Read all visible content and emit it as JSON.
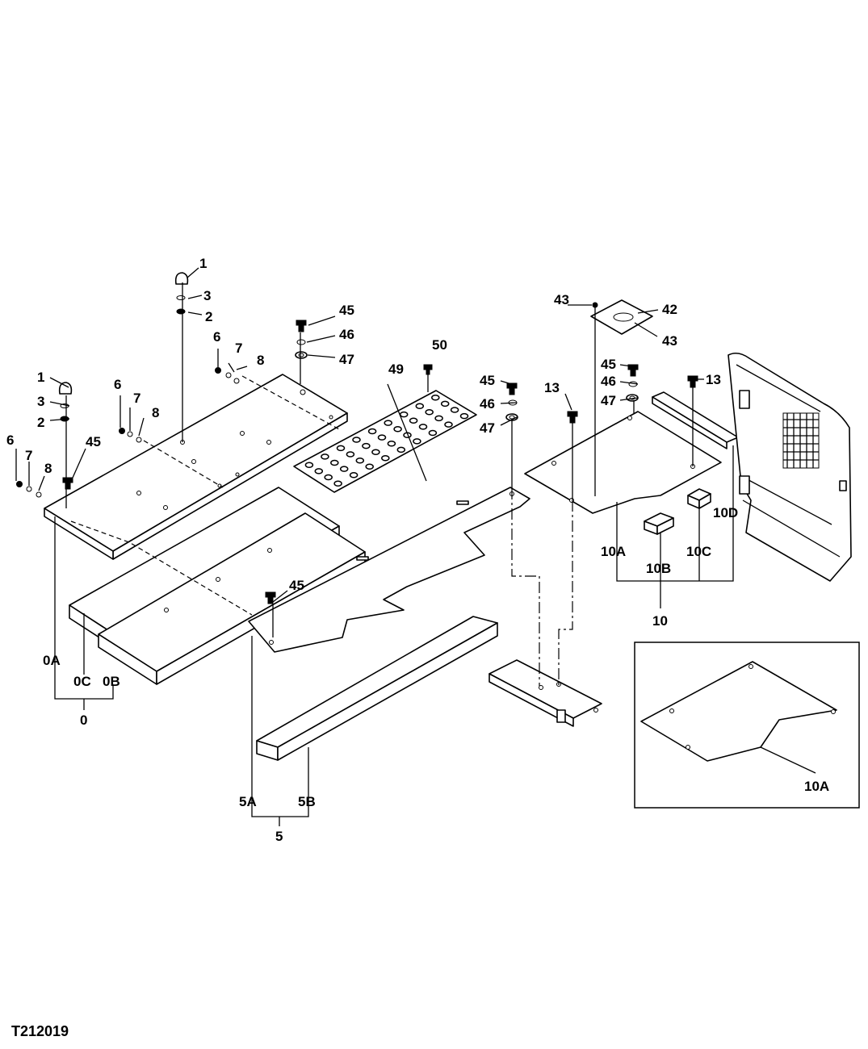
{
  "figure_id": "T212019",
  "callouts": [
    {
      "id": "1a",
      "text": "1"
    },
    {
      "id": "3a",
      "text": "3"
    },
    {
      "id": "2a",
      "text": "2"
    },
    {
      "id": "1b",
      "text": "1"
    },
    {
      "id": "3b",
      "text": "3"
    },
    {
      "id": "2b",
      "text": "2"
    },
    {
      "id": "6a",
      "text": "6"
    },
    {
      "id": "7a",
      "text": "7"
    },
    {
      "id": "8a",
      "text": "8"
    },
    {
      "id": "6b",
      "text": "6"
    },
    {
      "id": "7b",
      "text": "7"
    },
    {
      "id": "8b",
      "text": "8"
    },
    {
      "id": "6c",
      "text": "6"
    },
    {
      "id": "7c",
      "text": "7"
    },
    {
      "id": "8c",
      "text": "8"
    },
    {
      "id": "45a",
      "text": "45"
    },
    {
      "id": "46a",
      "text": "46"
    },
    {
      "id": "47a",
      "text": "47"
    },
    {
      "id": "45b",
      "text": "45"
    },
    {
      "id": "46b",
      "text": "46"
    },
    {
      "id": "47b",
      "text": "47"
    },
    {
      "id": "45c",
      "text": "45"
    },
    {
      "id": "46c",
      "text": "46"
    },
    {
      "id": "47c",
      "text": "47"
    },
    {
      "id": "45d",
      "text": "45"
    },
    {
      "id": "45e",
      "text": "45"
    },
    {
      "id": "50",
      "text": "50"
    },
    {
      "id": "49",
      "text": "49"
    },
    {
      "id": "43a",
      "text": "43"
    },
    {
      "id": "42",
      "text": "42"
    },
    {
      "id": "43b",
      "text": "43"
    },
    {
      "id": "13a",
      "text": "13"
    },
    {
      "id": "13b",
      "text": "13"
    },
    {
      "id": "10D",
      "text": "10D"
    },
    {
      "id": "10A",
      "text": "10A"
    },
    {
      "id": "10B",
      "text": "10B"
    },
    {
      "id": "10C",
      "text": "10C"
    },
    {
      "id": "10A-inset",
      "text": "10A"
    },
    {
      "id": "0A",
      "text": "0A"
    },
    {
      "id": "0C",
      "text": "0C"
    },
    {
      "id": "0B",
      "text": "0B"
    },
    {
      "id": "5A",
      "text": "5A"
    },
    {
      "id": "5B",
      "text": "5B"
    }
  ],
  "groups": [
    {
      "id": "g10",
      "text": "10"
    },
    {
      "id": "g0",
      "text": "0"
    },
    {
      "id": "g5",
      "text": "5"
    }
  ]
}
